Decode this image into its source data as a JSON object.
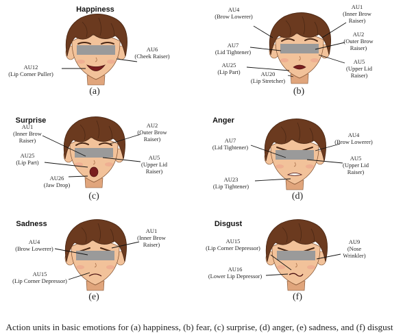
{
  "panels": [
    {
      "id": "a",
      "title": "Happiness",
      "panel_label": "(a)",
      "expression": "happy",
      "annotations": [
        {
          "text": [
            "AU6",
            "(Cheek Raiser)"
          ]
        },
        {
          "text": [
            "AU12",
            "(Lip Corner Puller)"
          ]
        }
      ]
    },
    {
      "id": "b",
      "title": "",
      "panel_label": "(b)",
      "expression": "fear",
      "annotations": [
        {
          "text": [
            "AU4",
            "(Brow Lowerer)"
          ]
        },
        {
          "text": [
            "AU7",
            "(Lid Tightener)"
          ]
        },
        {
          "text": [
            "AU25",
            "(Lip Part)"
          ]
        },
        {
          "text": [
            "AU20",
            "(Lip Stretcher)"
          ]
        },
        {
          "text": [
            "AU1",
            "(Inner Brow",
            "Raiser)"
          ]
        },
        {
          "text": [
            "AU2",
            "(Outer Brow",
            "Raiser)"
          ]
        },
        {
          "text": [
            "AU5",
            "(Upper Lid",
            "Raiser)"
          ]
        }
      ]
    },
    {
      "id": "c",
      "title": "Surprise",
      "panel_label": "(c)",
      "expression": "surprise",
      "annotations": [
        {
          "text": [
            "AU1",
            "(Inner Brow",
            "Raiser)"
          ]
        },
        {
          "text": [
            "AU25",
            "(Lip Part)"
          ]
        },
        {
          "text": [
            "AU26",
            "(Jaw Drop)"
          ]
        },
        {
          "text": [
            "AU2",
            "(Outer Brow",
            "Raiser)"
          ]
        },
        {
          "text": [
            "AU5",
            "(Upper Lid",
            "Raiser)"
          ]
        }
      ]
    },
    {
      "id": "d",
      "title": "Anger",
      "panel_label": "(d)",
      "expression": "anger",
      "annotations": [
        {
          "text": [
            "AU7",
            "(Lid Tightener)"
          ]
        },
        {
          "text": [
            "AU23",
            "(Lip Tightener)"
          ]
        },
        {
          "text": [
            "AU4",
            "(Brow Lowerer)"
          ]
        },
        {
          "text": [
            "AU5",
            "(Upper Lid",
            "Raiser)"
          ]
        }
      ]
    },
    {
      "id": "e",
      "title": "Sadness",
      "panel_label": "(e)",
      "expression": "sad",
      "annotations": [
        {
          "text": [
            "AU4",
            "(Brow Lowerer)"
          ]
        },
        {
          "text": [
            "AU15",
            "(Lip Corner Depressor)"
          ]
        },
        {
          "text": [
            "AU1",
            "(Inner Brow",
            "Raiser)"
          ]
        }
      ]
    },
    {
      "id": "f",
      "title": "Disgust",
      "panel_label": "(f)",
      "expression": "disgust",
      "annotations": [
        {
          "text": [
            "AU15",
            "(Lip Corner Depressor)"
          ]
        },
        {
          "text": [
            "AU16",
            "(Lower Lip Depressor)"
          ]
        },
        {
          "text": [
            "AU9",
            "(Nose",
            "Wrinkler)"
          ]
        }
      ]
    }
  ],
  "caption": "Action units in basic emotions for (a) happiness, (b) fear, (c) surprise, (d) anger, (e) sadness, and (f) disgust",
  "colors": {
    "hair": "#6b3a1f",
    "hair_dark": "#4a2714",
    "skin": "#f2c29a",
    "skin_shade": "#e0a57c",
    "blur_bar": "#9a9a9a",
    "mouth": "#7a1f1f",
    "leader": "#111111"
  }
}
